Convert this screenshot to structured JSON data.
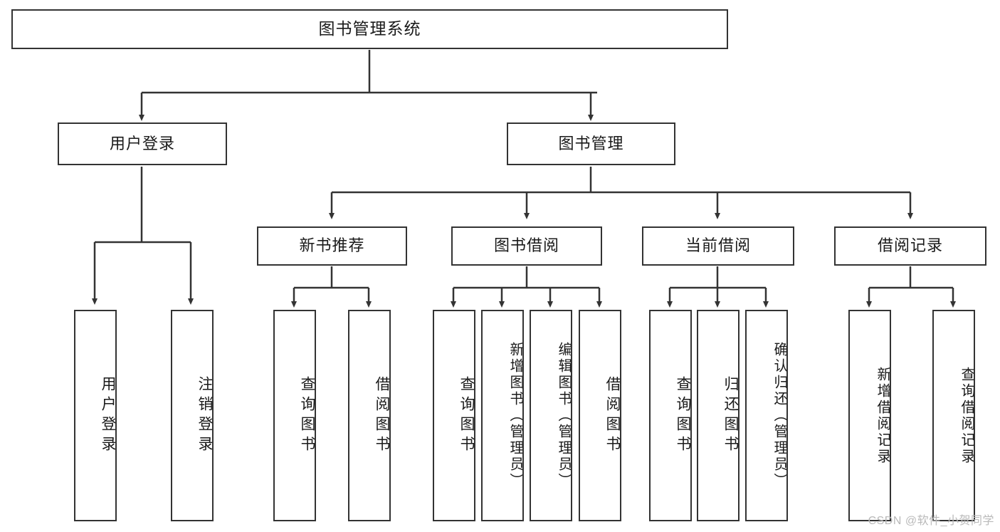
{
  "diagram": {
    "title": "图书管理系统",
    "type": "功能结构图",
    "style": {
      "border_color": "#333333",
      "fill_color": "#ffffff",
      "text_color": "#1a1a1a",
      "background": "#ffffff",
      "watermark_color": "#b9b9b9"
    },
    "watermark": "CSDN @软件_小贺同学",
    "root": {
      "id": "root",
      "label": "图书管理系统"
    },
    "level2": [
      {
        "id": "user-login",
        "label": "用户登录"
      },
      {
        "id": "book-management",
        "label": "图书管理"
      }
    ],
    "level3": [
      {
        "id": "new-book-recommend",
        "label": "新书推荐",
        "parent": "book-management"
      },
      {
        "id": "book-borrow",
        "label": "图书借阅",
        "parent": "book-management"
      },
      {
        "id": "current-borrow",
        "label": "当前借阅",
        "parent": "book-management"
      },
      {
        "id": "borrow-record",
        "label": "借阅记录",
        "parent": "book-management"
      }
    ],
    "leaves": [
      {
        "id": "leaf-user-login",
        "label": "用户登录",
        "parent": "user-login"
      },
      {
        "id": "leaf-user-logout",
        "label": "注销登录",
        "parent": "user-login"
      },
      {
        "id": "leaf-query-book-1",
        "label": "查询图书",
        "parent": "new-book-recommend"
      },
      {
        "id": "leaf-borrow-book-1",
        "label": "借阅图书",
        "parent": "new-book-recommend"
      },
      {
        "id": "leaf-query-book-2",
        "label": "查询图书",
        "parent": "book-borrow"
      },
      {
        "id": "leaf-add-book",
        "label": "新增图书（管理员）",
        "parent": "book-borrow"
      },
      {
        "id": "leaf-edit-book",
        "label": "编辑图书（管理员）",
        "parent": "book-borrow"
      },
      {
        "id": "leaf-borrow-book-2",
        "label": "借阅图书",
        "parent": "book-borrow"
      },
      {
        "id": "leaf-query-book-3",
        "label": "查询图书",
        "parent": "current-borrow"
      },
      {
        "id": "leaf-return-book",
        "label": "归还图书",
        "parent": "current-borrow"
      },
      {
        "id": "leaf-confirm-return",
        "label": "确认归还（管理员）",
        "parent": "current-borrow"
      },
      {
        "id": "leaf-add-record",
        "label": "新增借阅记录",
        "parent": "borrow-record"
      },
      {
        "id": "leaf-query-record",
        "label": "查询借阅记录",
        "parent": "borrow-record"
      }
    ]
  }
}
